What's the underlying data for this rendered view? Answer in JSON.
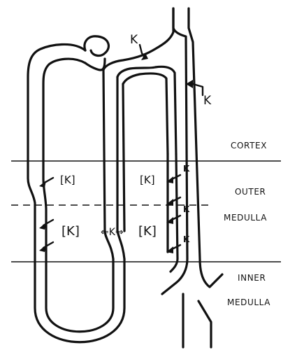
{
  "zones": {
    "cortex": "CORTEX",
    "outer_line1": "OUTER",
    "outer_line2": "MEDULLA",
    "inner_line1": "INNER",
    "inner_line2": "MEDULLA"
  },
  "potassium": {
    "symbol": "K",
    "concentration": "[K]",
    "exchange": "⇐K⇒"
  }
}
